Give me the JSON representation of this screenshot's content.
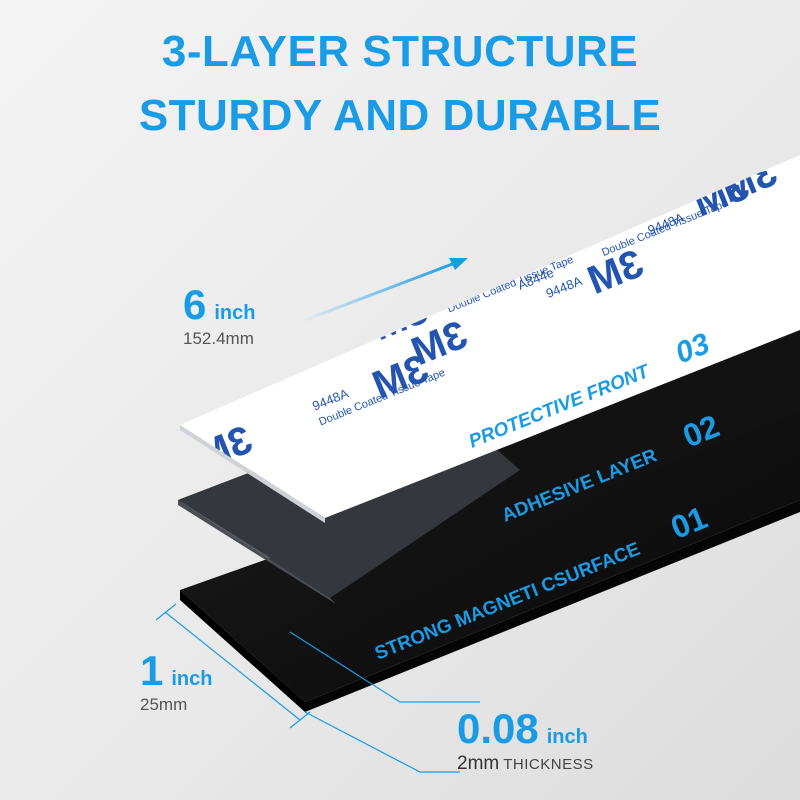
{
  "headline": {
    "line1": "3-LAYER STRUCTURE",
    "line2": "STURDY AND DURABLE"
  },
  "dimensions": {
    "length": {
      "value": "6",
      "unit": "inch",
      "metric": "152.4mm"
    },
    "width": {
      "value": "1",
      "unit": "inch",
      "metric": "25mm"
    },
    "thickness": {
      "value": "0.08",
      "unit": "inch",
      "metric": "2mm",
      "label": "THICKNESS"
    }
  },
  "layers": [
    {
      "label": "PROTECTIVE FRONT",
      "number": "03"
    },
    {
      "label": "ADHESIVE LAYER",
      "number": "02"
    },
    {
      "label": "STRONG MAGNETI CSURFACE",
      "number": "01"
    }
  ],
  "liner_print": {
    "brand": "3M",
    "code1": "A844e",
    "code2": "9448A",
    "tape": "Double Coated Tissue Tape"
  },
  "colors": {
    "accent": "#1a9be6",
    "strip_black": "#0e0e0e",
    "liner_white": "#ffffff",
    "print_blue": "#2354b0"
  }
}
